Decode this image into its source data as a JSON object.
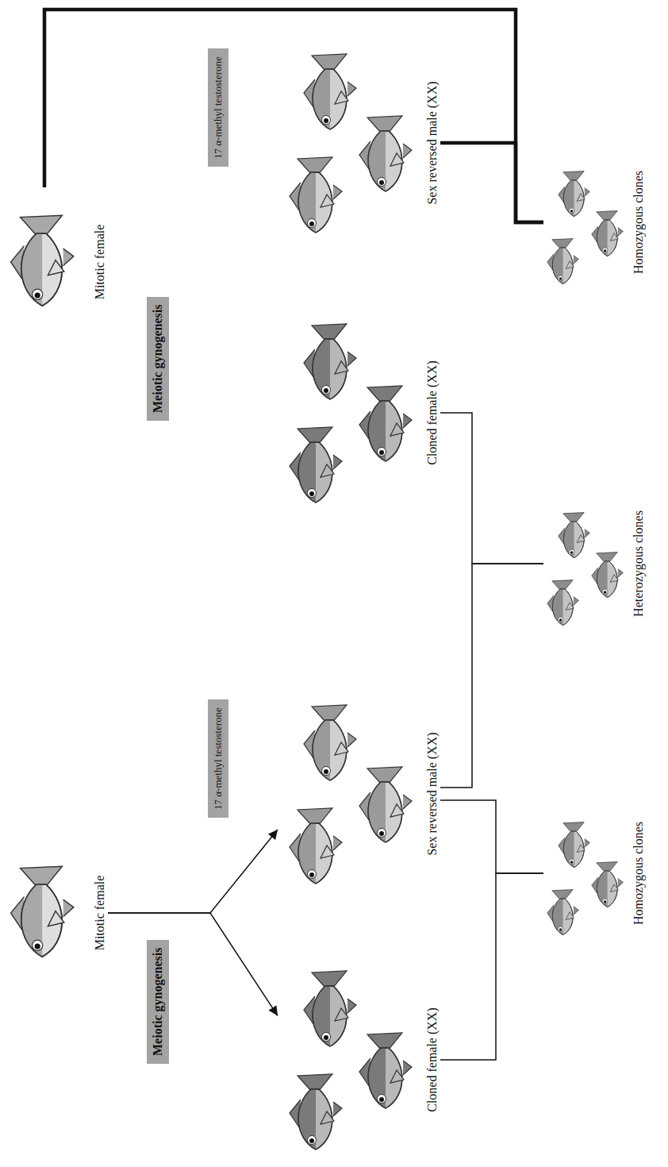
{
  "diagram": {
    "nodes": [
      {
        "text": [
          "Mitotic female"
        ]
      },
      {
        "text": [
          "Meiotic gynogenesis"
        ]
      },
      {
        "text": [
          "17 α-methyl testosterone"
        ]
      },
      {
        "text": [
          "Cloned female (XX)"
        ]
      },
      {
        "text": [
          "Sex reversed male (XX)"
        ]
      },
      {
        "text": [
          "Mitotic female"
        ]
      },
      {
        "text": [
          "Meiotic gynogenesis"
        ]
      },
      {
        "text": [
          "17 α-methyl testosterone"
        ]
      },
      {
        "text": [
          "Cloned female (XX)"
        ]
      },
      {
        "text": [
          "Sex reversed male (XX)"
        ]
      },
      {
        "text": [
          "Homozygous clones"
        ]
      },
      {
        "text": [
          "Heterozygous clones"
        ]
      },
      {
        "text": [
          "Homozygous clones"
        ]
      }
    ],
    "edges": [
      {
        "from": 0,
        "to": 3,
        "arrow": "to"
      },
      {
        "from": 0,
        "to": 4,
        "arrow": "to"
      },
      {
        "from": 3,
        "to": 10,
        "arrow": "none"
      },
      {
        "from": 4,
        "to": 10,
        "arrow": "none"
      },
      {
        "from": 4,
        "to": 11,
        "arrow": "none"
      },
      {
        "from": 8,
        "to": 11,
        "arrow": "none"
      },
      {
        "from": 5,
        "to": 12,
        "arrow": "none"
      },
      {
        "from": 9,
        "to": 12,
        "arrow": "none"
      }
    ]
  }
}
